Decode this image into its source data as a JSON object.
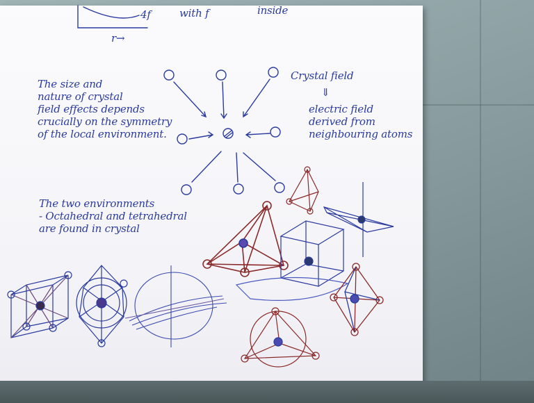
{
  "scene": {
    "description_free": true
  },
  "notes": {
    "top_fragment_1": "with f",
    "top_fragment_2": "inside",
    "top_label_4f": "4f",
    "top_label_r": "r→",
    "paragraph_1": "The size and\nnature of crystal\nfield effects depends\ncrucially on the symmetry\nof the local environment.",
    "crystal_field": "Crystal field",
    "arrow_down": "⇓",
    "electric_field": "electric field\nderived from\nneighbouring atoms",
    "paragraph_2": "The two environments\n- Octahedral and tetrahedral\nare found in crystal"
  },
  "colors": {
    "ink_blue": "#2a3a9e",
    "ink_red": "#8a2a2a",
    "paper": "#f7f7fa",
    "wall": "#8fa3a6"
  }
}
